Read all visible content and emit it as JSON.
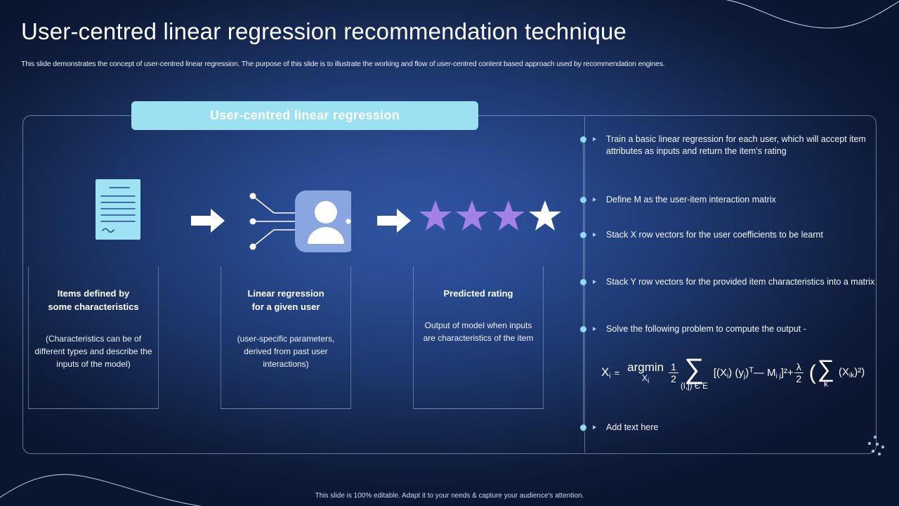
{
  "slide": {
    "title": "User-centred linear regression recommendation technique",
    "subtitle": "This slide demonstrates the concept of user-centred linear regression. The purpose of this slide is to illustrate the working and flow of user-centred content based approach used by recommendation engines.",
    "banner_label": "User-centred linear regression",
    "footer": "This slide is 100% editable. Adapt it to your needs & capture your audience's attention."
  },
  "colors": {
    "background_dark": "#0a1530",
    "background_center": "#2f549f",
    "banner_fill": "#9ce1f2",
    "bullet_dot": "#93d9f2",
    "star_filled": "#a382e8",
    "star_empty": "#ffffff",
    "avatar_tile": "#8aa6e0",
    "document_fill": "#9fe2f3",
    "border": "#adc8e7"
  },
  "diagram": {
    "icons": {
      "document": "document-icon",
      "arrow_1": "arrow-right-icon",
      "neural_user": "user-network-icon",
      "arrow_2": "arrow-right-icon",
      "rating": "star-rating-icon"
    },
    "rating": {
      "filled": 3,
      "total": 4
    },
    "columns": [
      {
        "heading": "Items defined by\nsome characteristics",
        "heading_line1": "Items defined by",
        "heading_line2": "some characteristics",
        "body": "(Characteristics can be of different types and describe the inputs of the model)"
      },
      {
        "heading_line1": "Linear regression",
        "heading_line2": "for a given user",
        "body": "(user-specific parameters, derived from past user interactions)"
      },
      {
        "heading_line1": "Predicted rating",
        "heading_line2": "",
        "body": "Output of model when inputs are characteristics of the item"
      }
    ]
  },
  "bullets": [
    {
      "text": "Train a basic linear regression for each user, which will accept item attributes as inputs and return the item's rating"
    },
    {
      "text": "Define M as the user-item interaction matrix"
    },
    {
      "text": "Stack X row vectors for the user coefficients to be learnt"
    },
    {
      "text": "Stack Y row vectors for the provided item characteristics into a matrix"
    },
    {
      "text": "Solve the following problem to compute the output -"
    },
    {
      "text": "Add text here"
    }
  ],
  "formula": {
    "lhs": "X",
    "lhs_sub": "i",
    "equals": "=",
    "argmin": "argmin",
    "argmin_sub_base": "X",
    "argmin_sub_idx": "i",
    "frac1_num": "1",
    "frac1_den": "2",
    "sigma": "∑",
    "sigma1_sub": "(I,j) Є E",
    "term": "[(X",
    "term_i": "i",
    "term_mid": ") (y",
    "term_j": "j",
    "term_t": ")",
    "term_tsup": "T",
    "term_minus": "— M",
    "term_ij": "i j",
    "term_sq": "]²",
    "plus": "+",
    "frac2_num": "λ",
    "frac2_den": "2",
    "sigma2_sub": "k",
    "tail_open": "(",
    "tail": "(X",
    "tail_sub": "ik",
    "tail_sq": ")²)"
  }
}
